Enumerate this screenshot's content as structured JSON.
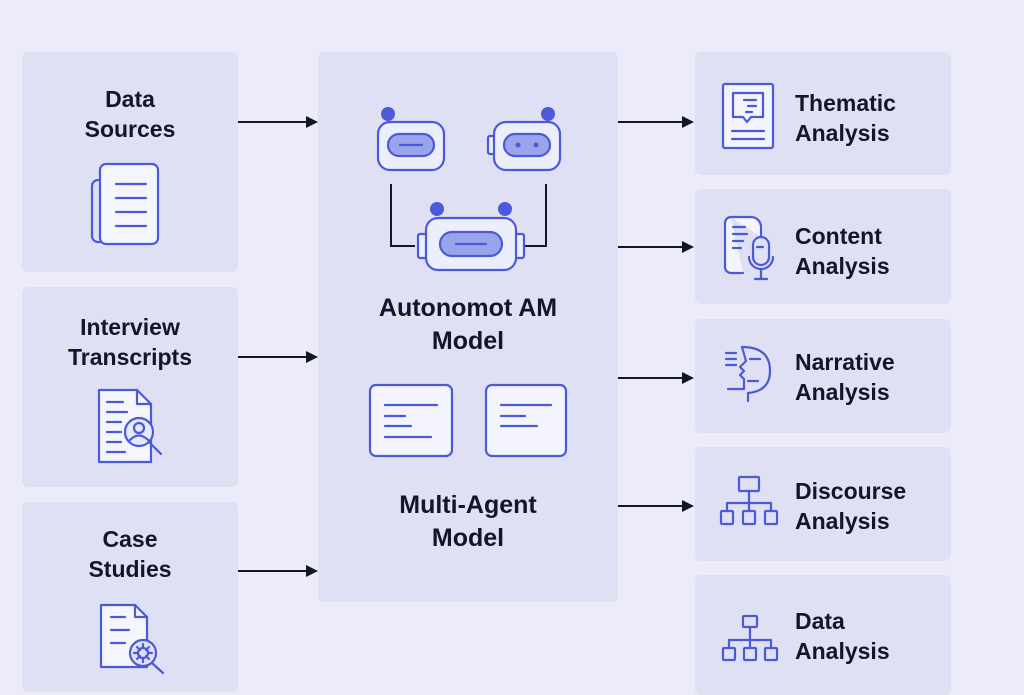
{
  "inputs": [
    {
      "line1": "Data",
      "line2": "Sources",
      "icon": "document-stack-icon"
    },
    {
      "line1": "Interview",
      "line2": "Transcripts",
      "icon": "document-search-user-icon"
    },
    {
      "line1": "Case",
      "line2": "Studies",
      "icon": "document-search-virus-icon"
    }
  ],
  "center": {
    "title1_line1": "Autonomot AM",
    "title1_line2": "Model",
    "title2_line1": "Multi-Agent",
    "title2_line2": "Model"
  },
  "outputs": [
    {
      "line1": "Thematic",
      "line2": "Analysis",
      "icon": "document-comment-icon"
    },
    {
      "line1": "Content",
      "line2": "Analysis",
      "icon": "document-microphone-icon"
    },
    {
      "line1": "Narrative",
      "line2": "Analysis",
      "icon": "face-profile-icon"
    },
    {
      "line1": "Discourse",
      "line2": "Analysis",
      "icon": "hierarchy-icon"
    },
    {
      "line1": "Data",
      "line2": "Analysis",
      "icon": "hierarchy-icon"
    }
  ],
  "colors": {
    "accent": "#4a5ad8",
    "text": "#141628",
    "box": "#e0e0f5",
    "background": "#ebebfa"
  }
}
